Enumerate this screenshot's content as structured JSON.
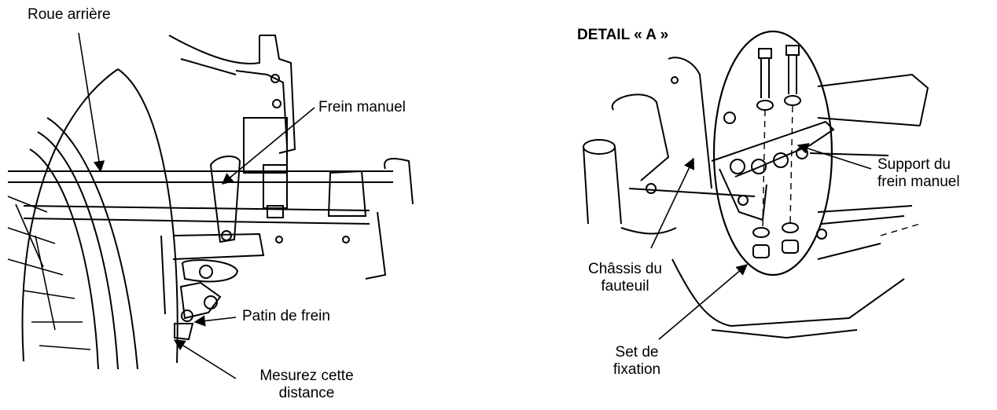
{
  "left_figure": {
    "labels": {
      "rear_wheel": "Roue arrière",
      "manual_brake": "Frein manuel",
      "brake_pad": "Patin de frein",
      "measure_line1": "Mesurez cette",
      "measure_line2": "distance"
    }
  },
  "right_figure": {
    "title": "DETAIL « A »",
    "labels": {
      "support_line1": "Support du",
      "support_line2": "frein manuel",
      "chassis_line1": "Châssis du",
      "chassis_line2": "fauteuil",
      "set_line1": "Set de",
      "set_line2": "fixation"
    }
  },
  "colors": {
    "ink": "#000000",
    "paper": "#ffffff"
  }
}
